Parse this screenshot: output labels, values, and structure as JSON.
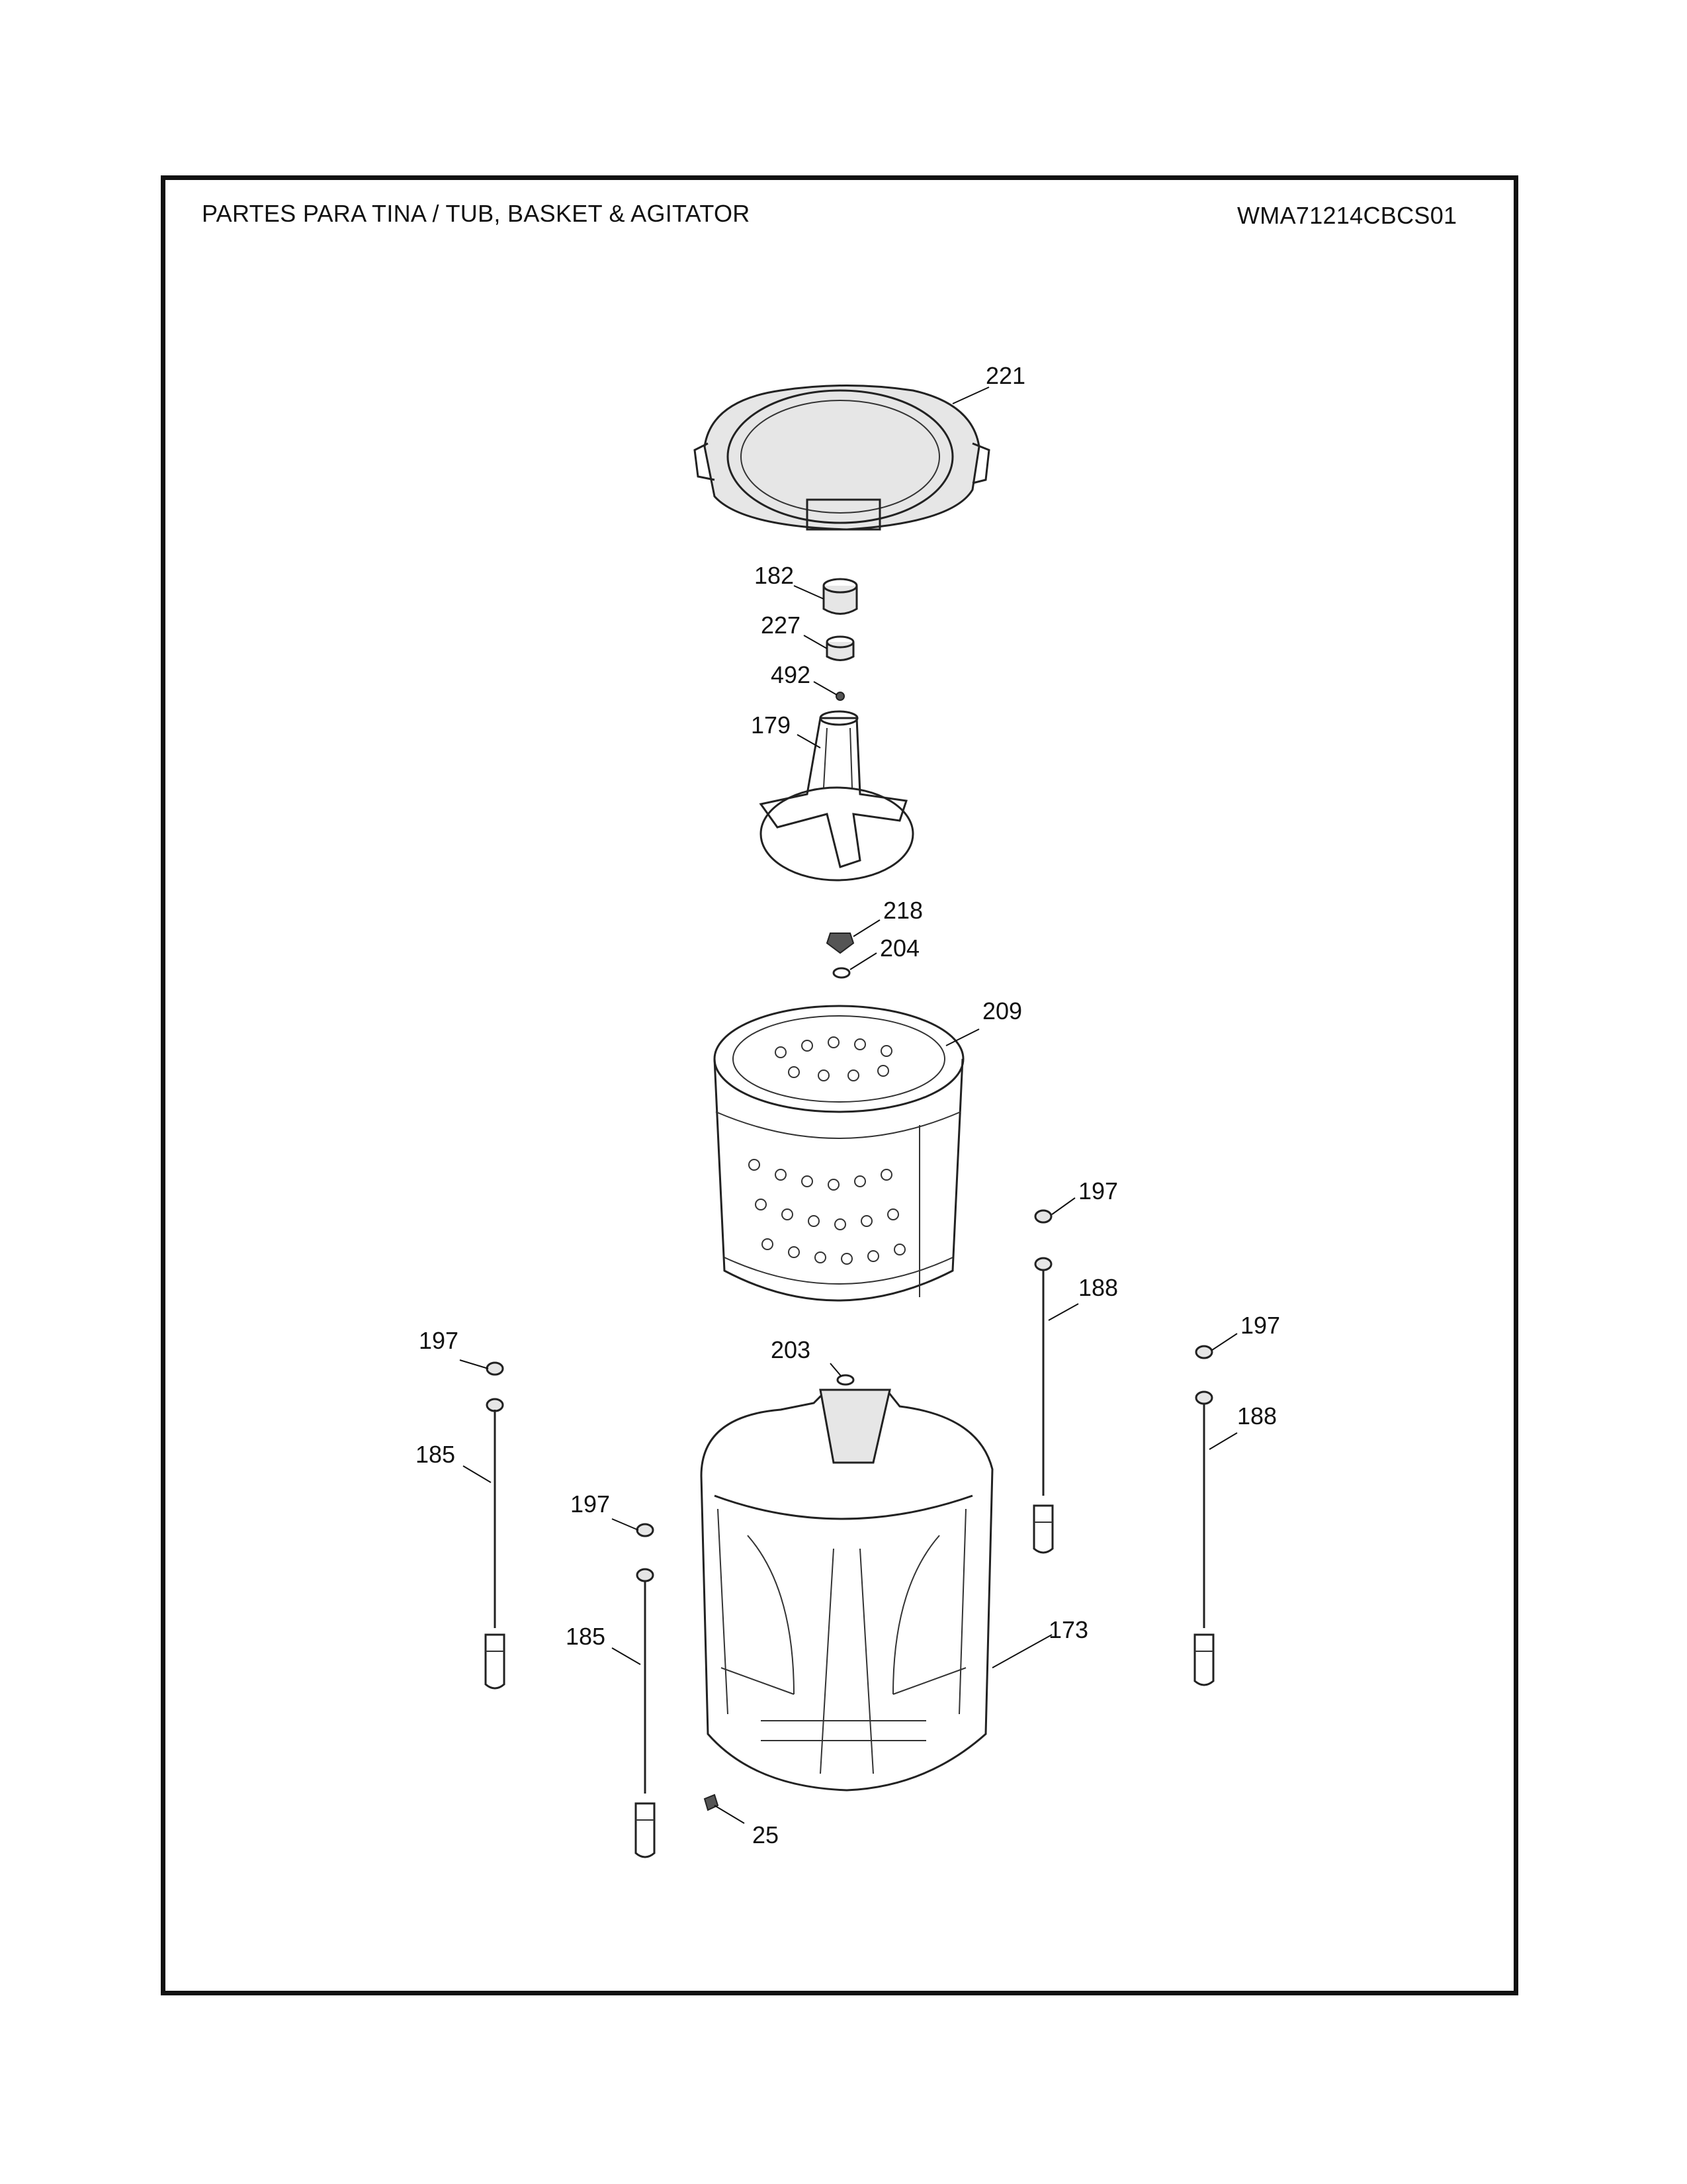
{
  "header": {
    "title": "PARTES PARA TINA  /  TUB, BASKET & AGITATOR",
    "model": "WMA71214CBCS01"
  },
  "callouts": [
    {
      "id": "221",
      "label": "221"
    },
    {
      "id": "182",
      "label": "182"
    },
    {
      "id": "227",
      "label": "227"
    },
    {
      "id": "492",
      "label": "492"
    },
    {
      "id": "179",
      "label": "179"
    },
    {
      "id": "218",
      "label": "218"
    },
    {
      "id": "204",
      "label": "204"
    },
    {
      "id": "209",
      "label": "209"
    },
    {
      "id": "197a",
      "label": "197"
    },
    {
      "id": "188a",
      "label": "188"
    },
    {
      "id": "197b",
      "label": "197"
    },
    {
      "id": "188b",
      "label": "188"
    },
    {
      "id": "197c",
      "label": "197"
    },
    {
      "id": "185a",
      "label": "185"
    },
    {
      "id": "203",
      "label": "203"
    },
    {
      "id": "197d",
      "label": "197"
    },
    {
      "id": "185b",
      "label": "185"
    },
    {
      "id": "173",
      "label": "173"
    },
    {
      "id": "25",
      "label": "25"
    }
  ]
}
